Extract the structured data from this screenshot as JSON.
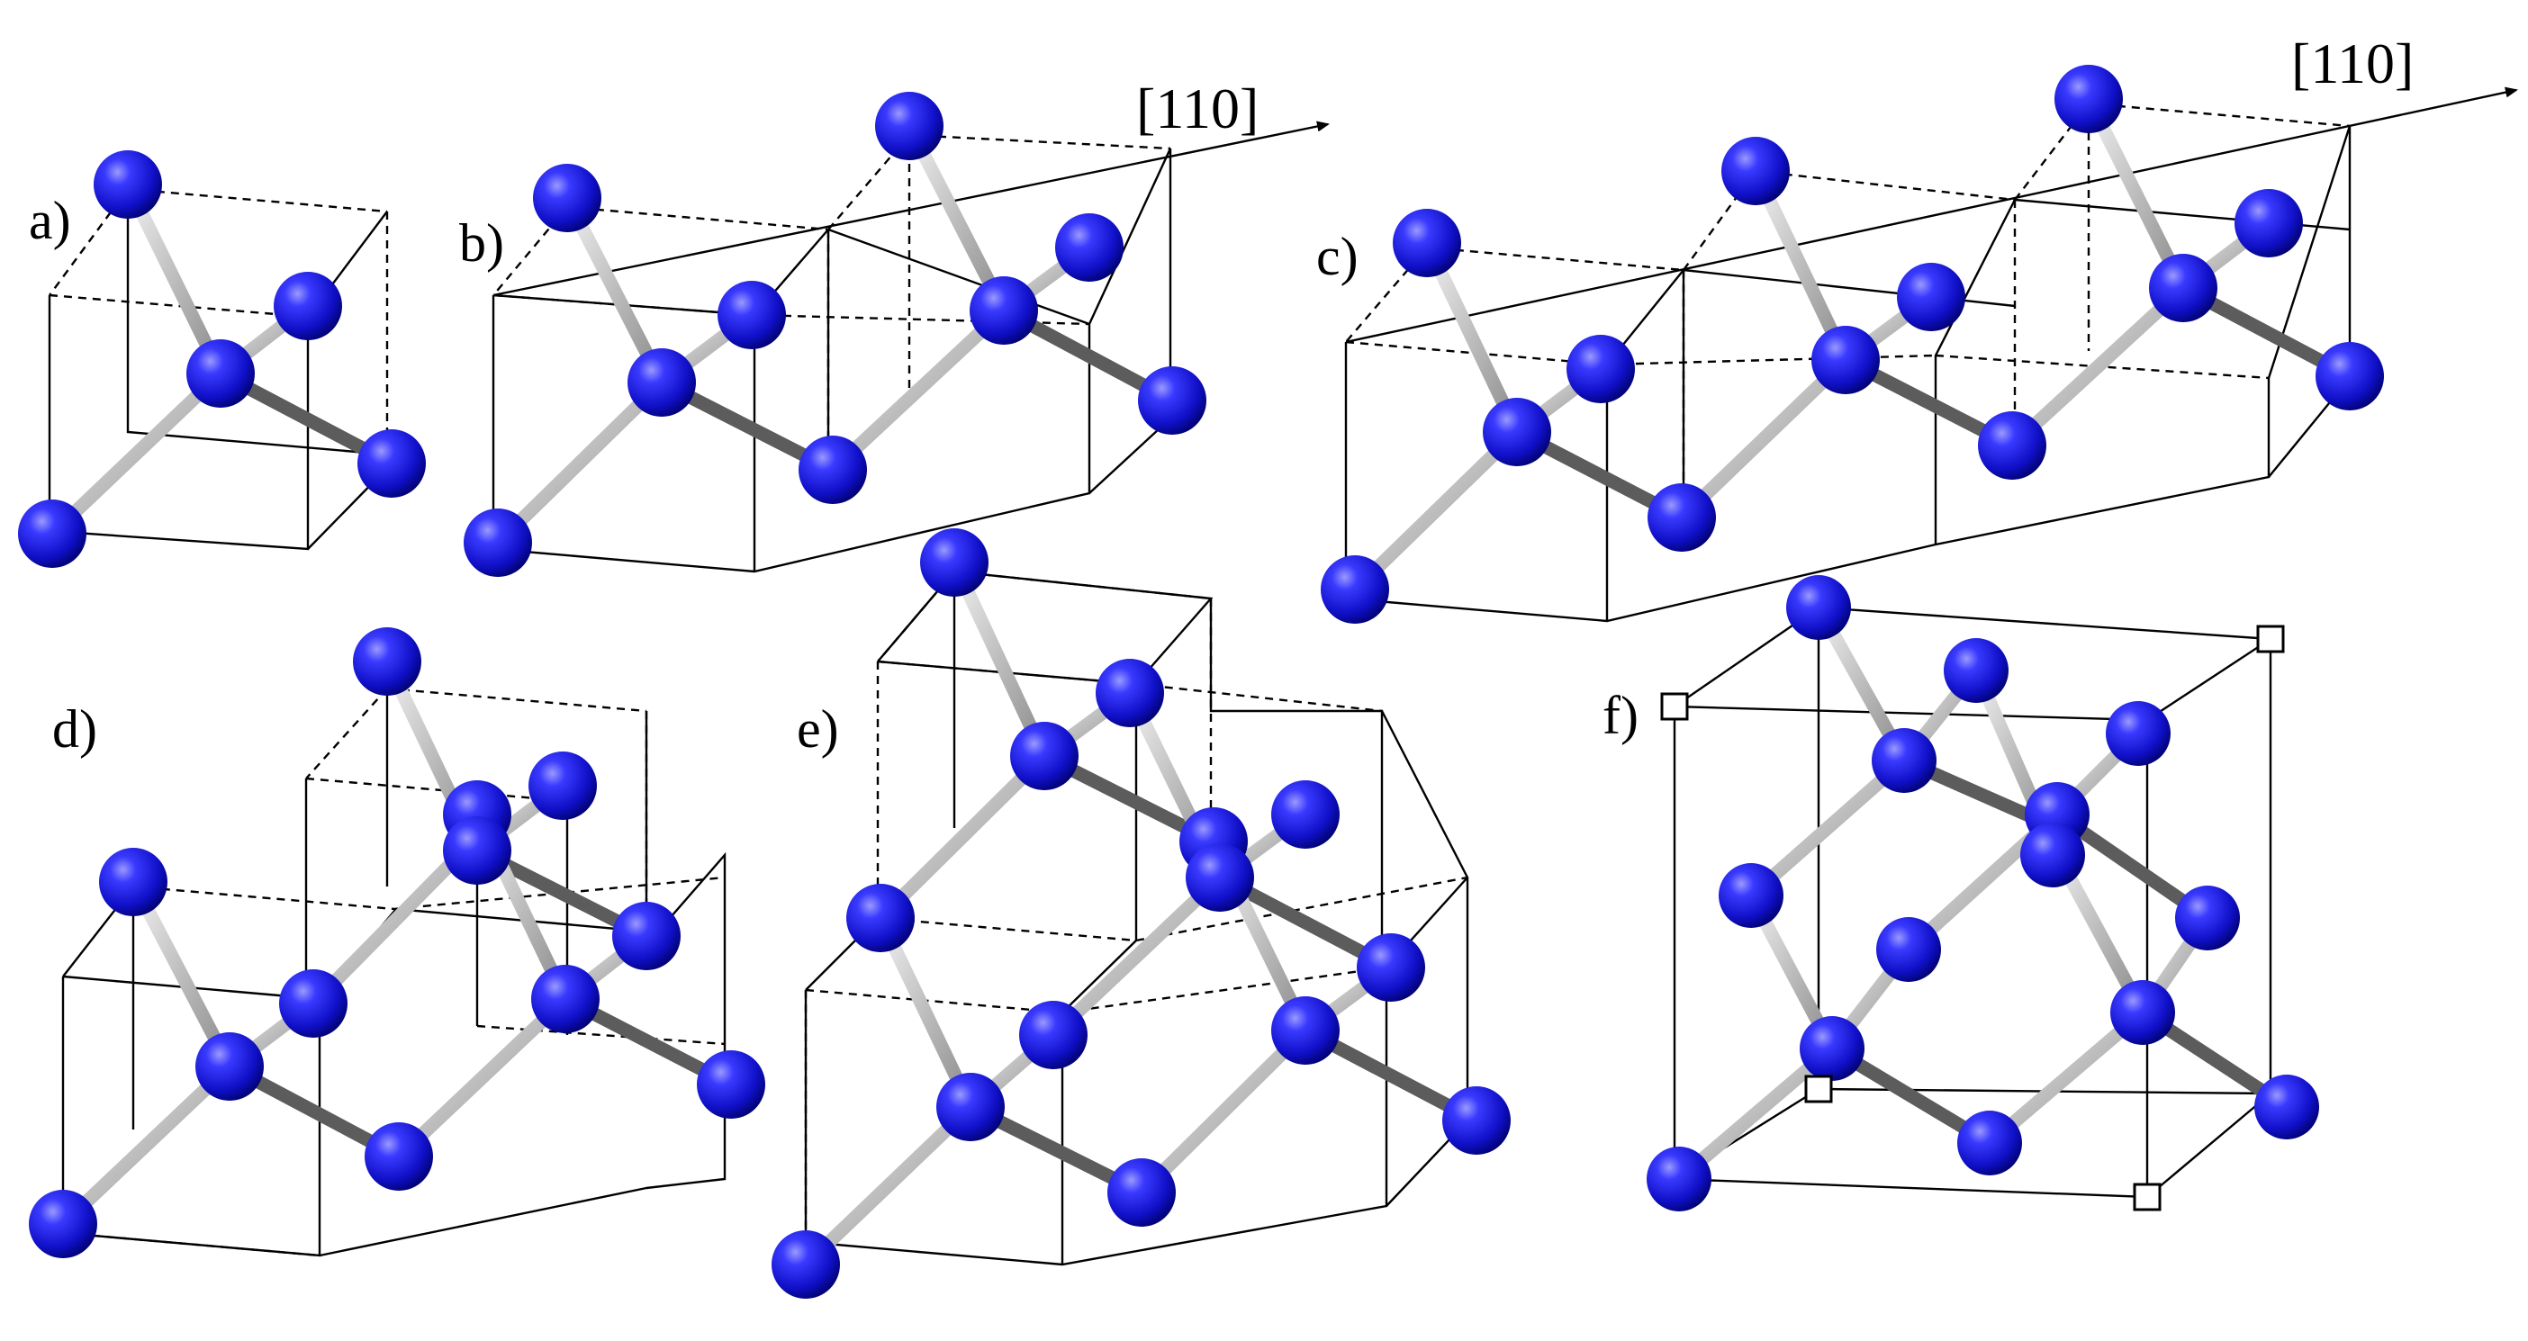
{
  "panels": [
    {
      "id": "a",
      "label": "a)"
    },
    {
      "id": "b",
      "label": "b)",
      "direction": "[110]"
    },
    {
      "id": "c",
      "label": "c)",
      "direction": "[110]"
    },
    {
      "id": "d",
      "label": "d)"
    },
    {
      "id": "e",
      "label": "e)"
    },
    {
      "id": "f",
      "label": "f)"
    }
  ],
  "colors": {
    "atom": "#1a1ad6",
    "atom_highlight": "#8a8aff",
    "atom_shadow": "#000066",
    "bond_light": "#e6e6e6",
    "bond_dark": "#6e6e6e",
    "cell_edge": "#000000",
    "corner_marker": "#ffffff"
  },
  "icons": {
    "atom": "blue-sphere",
    "bond": "grey-cylinder",
    "corner_marker": "open-square"
  }
}
